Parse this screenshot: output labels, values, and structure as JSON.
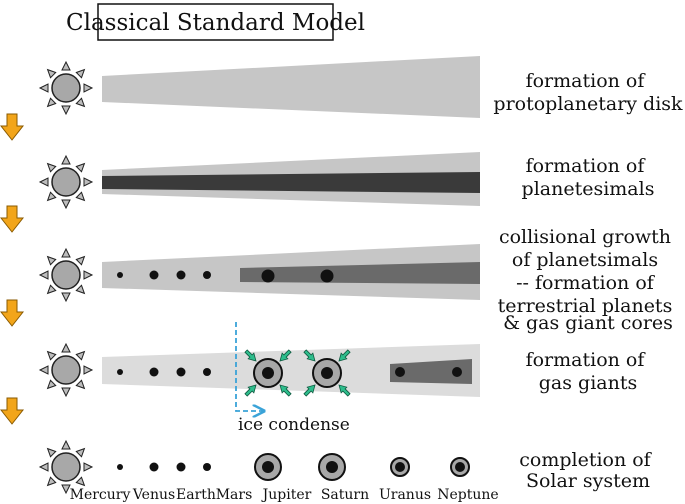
{
  "title": "Classical Standard Model",
  "stages": [
    {
      "label_lines": [
        "formation of",
        "protoplanetary disk"
      ]
    },
    {
      "label_lines": [
        "formation of",
        "planetesimals"
      ]
    },
    {
      "label_lines": [
        "collisional growth",
        "of planetsimals",
        "-- formation of",
        "terrestrial planets",
        "& gas giant cores"
      ]
    },
    {
      "label_lines": [
        "formation of",
        "gas giants"
      ]
    },
    {
      "label_lines": [
        "completion of",
        "Solar system"
      ]
    }
  ],
  "ice_line_label": "ice condense",
  "planet_names": [
    "Mercury",
    "Venus",
    "Earth",
    "Mars",
    "Jupiter",
    "Saturn",
    "Uranus",
    "Neptune"
  ],
  "colors": {
    "disk_light": "#c6c6c6",
    "disk_lighter": "#dcdcdc",
    "disk_dark": "#3a3a3a",
    "disk_mid": "#6a6a6a",
    "arrow_orange": "#f2a51a",
    "arrow_green": "#2ebd8c",
    "ice_line": "#3aa3d8",
    "sun": "#a8a8a8"
  }
}
